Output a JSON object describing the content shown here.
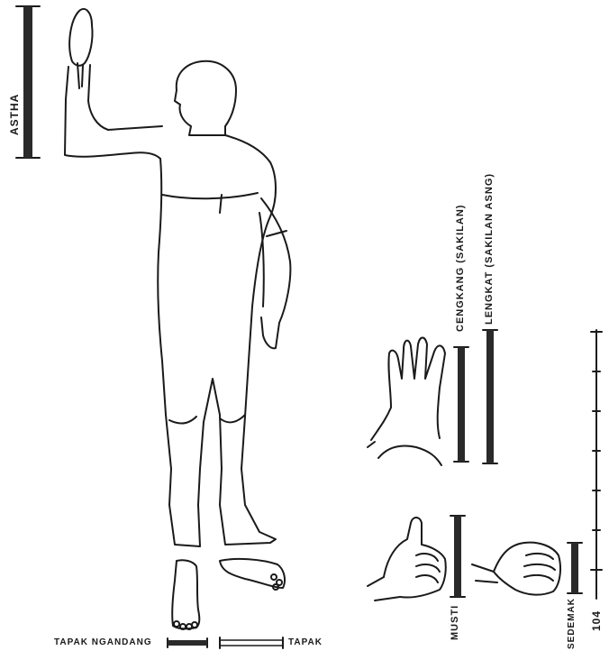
{
  "labels": {
    "astha": "ASTHA",
    "cengkang": "CENGKANG (SAKILAN)",
    "lengkat": "LENGKAT (SAKILAN ASNG)",
    "musti": "MUSTI",
    "sedemak": "SEDEMAK",
    "scale_number": "104",
    "tapak_ngandang": "TAPAK NGANDANG",
    "tapak": "TAPAK"
  },
  "colors": {
    "ink": "#1a1a1a",
    "measure_bar": "#2a2a2a",
    "paper": "#ffffff"
  }
}
